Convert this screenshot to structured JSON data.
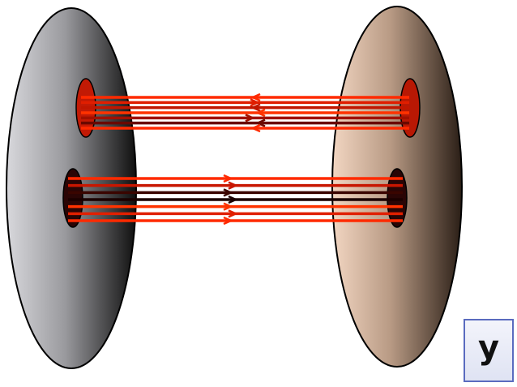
{
  "diagram": {
    "label": "y",
    "colors": {
      "left_disk_light": "#d8d8dc",
      "left_disk_dark": "#0f0f0f",
      "right_disk_light": "#f2d6c2",
      "right_disk_dark": "#2a1e16",
      "hole_top_left": "#c21a05",
      "hole_bottom_left": "#2a0505",
      "hole_top_right": "#b81804",
      "hole_bottom_right": "#2a0505",
      "line_bright": "#ff2a00",
      "line_mid": "#d01800",
      "line_dark": "#3a0500",
      "label_border": "#5a6bbf"
    },
    "upper_bundle": [
      {
        "color": "#ff2a00",
        "arrow": "left"
      },
      {
        "color": "#e01e00",
        "arrow": "right"
      },
      {
        "color": "#c01600",
        "arrow": "left"
      },
      {
        "color": "#ff3300",
        "arrow": "left"
      },
      {
        "color": "#a01000",
        "arrow": "right"
      },
      {
        "color": "#6a0800",
        "arrow": "left"
      },
      {
        "color": "#ff2a00",
        "arrow": "left"
      }
    ],
    "lower_bundle": [
      {
        "color": "#ff2a00",
        "arrow": "right"
      },
      {
        "color": "#c81600",
        "arrow": "right"
      },
      {
        "color": "#3a0500",
        "arrow": "right"
      },
      {
        "color": "#1a0000",
        "arrow": "right"
      },
      {
        "color": "#ff3300",
        "arrow": "right"
      },
      {
        "color": "#e02000",
        "arrow": "right"
      },
      {
        "color": "#ff2a00",
        "arrow": "right"
      }
    ]
  }
}
